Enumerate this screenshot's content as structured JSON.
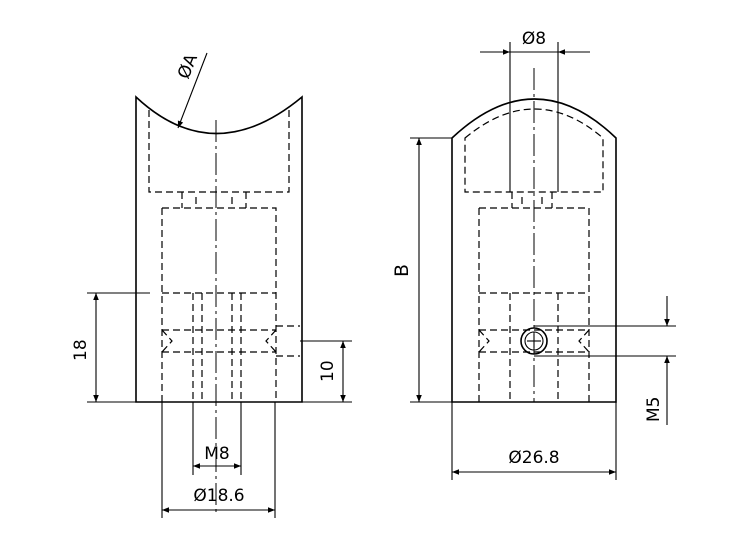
{
  "left_view": {
    "labels": {
      "diameter_a": "ØA",
      "height_18": "18",
      "height_10": "10",
      "thread_m8": "M8",
      "diameter_18_6": "Ø18.6"
    }
  },
  "right_view": {
    "labels": {
      "diameter_8": "Ø8",
      "height_b": "B",
      "screw_m5": "M5",
      "diameter_26_8": "Ø26.8"
    }
  },
  "colors": {
    "line": "#000000",
    "background": "#ffffff"
  }
}
